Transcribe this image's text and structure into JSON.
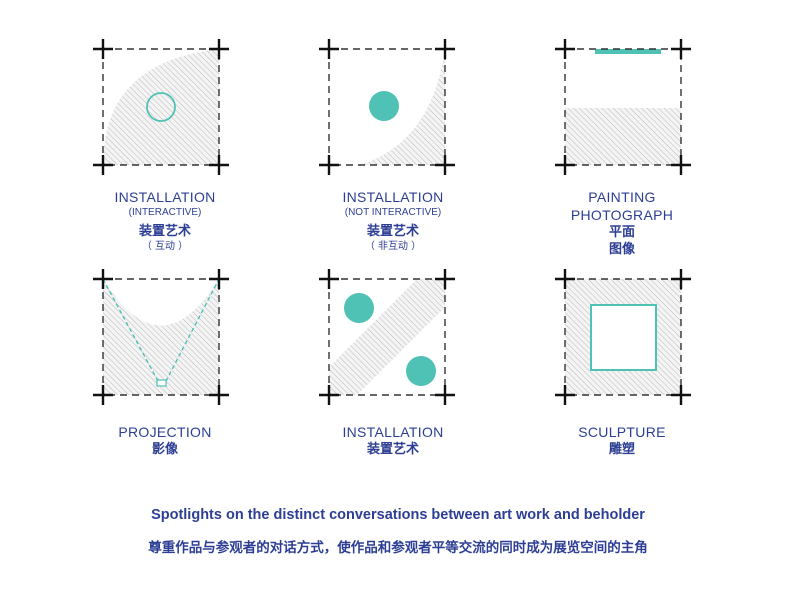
{
  "colors": {
    "accent": "#4fc2b5",
    "text": "#2d3e94",
    "hatch": "#b9b9b9",
    "frame": "#222222"
  },
  "tiles": [
    {
      "en": "INSTALLATION",
      "en_sub": "(INTERACTIVE)",
      "zh": "装置艺术",
      "zh_sub": "（ 互动 ）"
    },
    {
      "en": "INSTALLATION",
      "en_sub": "(NOT INTERACTIVE)",
      "zh": "装置艺术",
      "zh_sub": "（ 非互动 ）"
    },
    {
      "en": "PAINTING",
      "en_sub": "PHOTOGRAPH",
      "zh": "平面",
      "zh_sub": "图像"
    },
    {
      "en": "PROJECTION",
      "zh": "影像"
    },
    {
      "en": "INSTALLATION",
      "zh": "装置艺术"
    },
    {
      "en": "SCULPTURE",
      "zh": "雕塑"
    }
  ],
  "caption": {
    "en": "Spotlights on the distinct conversations between art work and beholder",
    "zh": "尊重作品与参观者的对话方式，使作品和参观者平等交流的同时成为展览空间的主角"
  }
}
